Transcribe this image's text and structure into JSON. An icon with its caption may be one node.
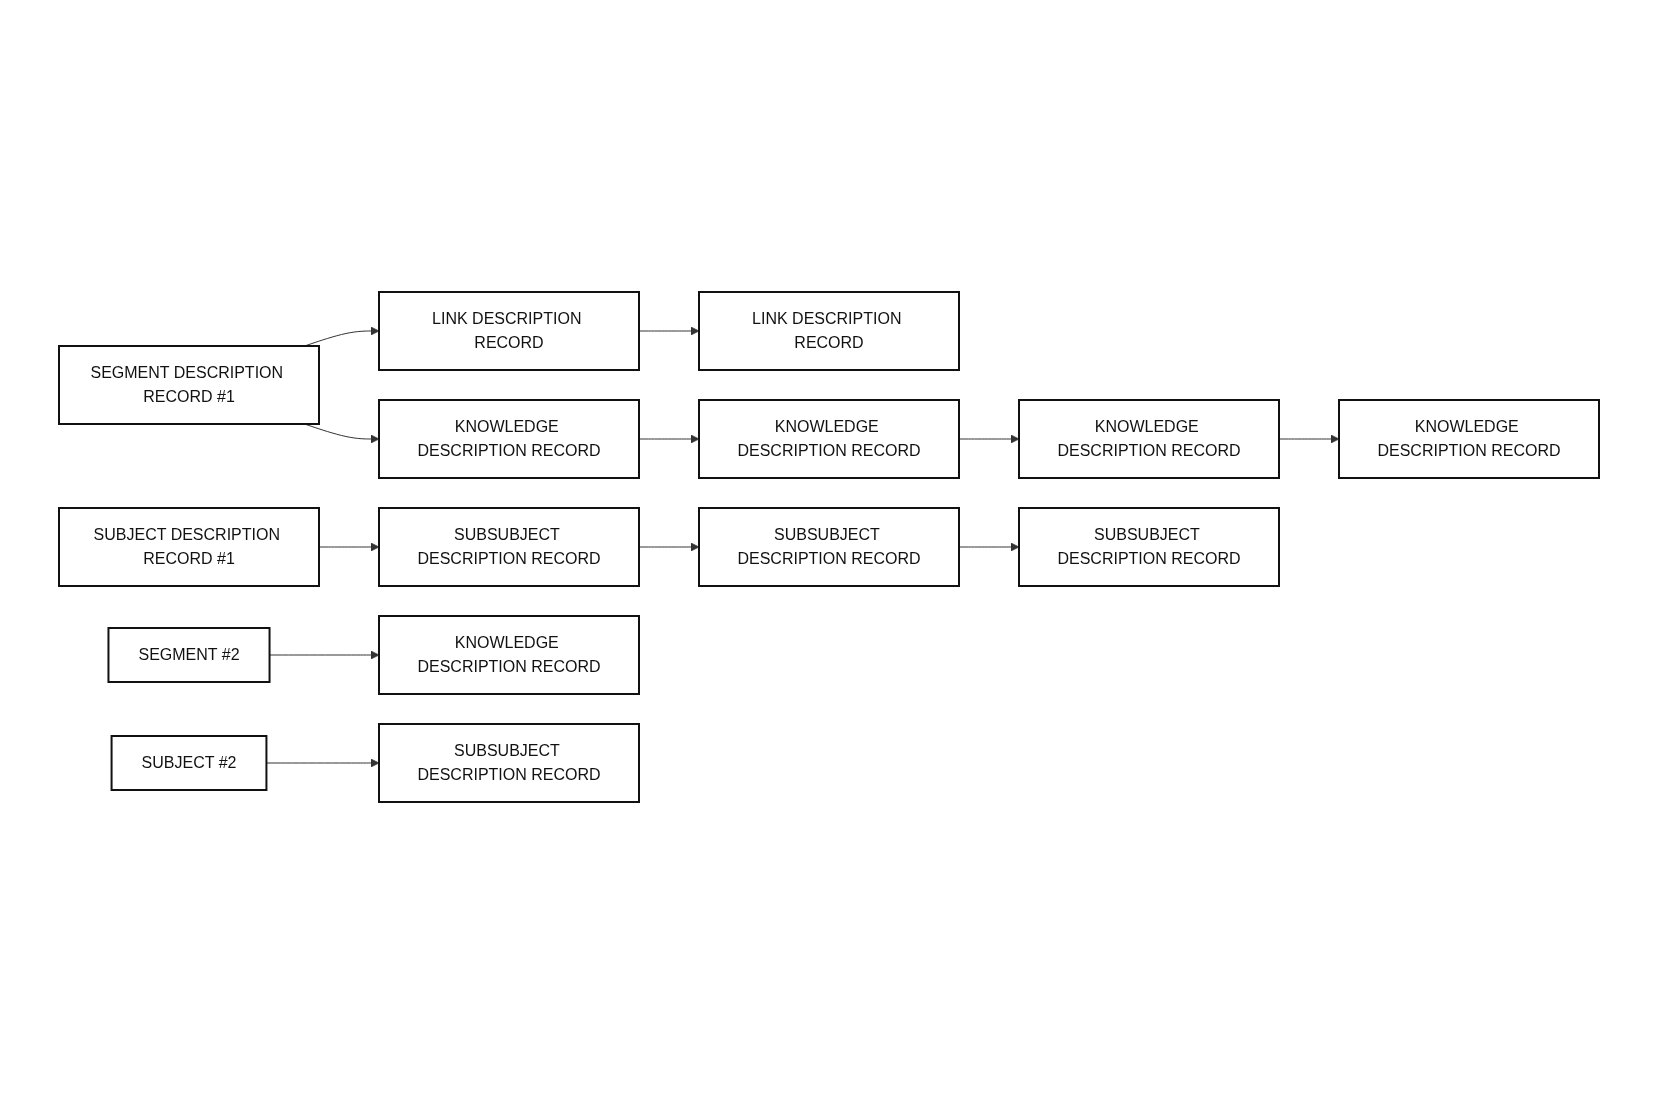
{
  "diagram": {
    "nodes": [
      {
        "text": [
          "SEGMENT DESCRIPTION RECORD #1"
        ]
      },
      {
        "text": [
          "SUBJECT DESCRIPTION RECORD #1"
        ]
      },
      {
        "text": [
          "LINK DESCRIPTION RECORD"
        ]
      },
      {
        "text": [
          "LINK DESCRIPTION RECORD"
        ]
      },
      {
        "text": [
          "KNOWLEDGE DESCRIPTION RECORD"
        ]
      },
      {
        "text": [
          "KNOWLEDGE DESCRIPTION RECORD"
        ]
      },
      {
        "text": [
          "KNOWLEDGE DESCRIPTION RECORD"
        ]
      },
      {
        "text": [
          "KNOWLEDGE DESCRIPTION RECORD"
        ]
      },
      {
        "text": [
          "SUBSUBJECT DESCRIPTION RECORD"
        ]
      },
      {
        "text": [
          "SUBSUBJECT DESCRIPTION RECORD"
        ]
      },
      {
        "text": [
          "SUBSUBJECT DESCRIPTION RECORD"
        ]
      },
      {
        "text": [
          "SEGMENT #2"
        ]
      },
      {
        "text": [
          "SUBJECT #2"
        ]
      },
      {
        "text": [
          "KNOWLEDGE DESCRIPTION RECORD"
        ]
      },
      {
        "text": [
          "SUBSUBJECT DESCRIPTION RECORD"
        ]
      }
    ],
    "edges": [
      {
        "from": 0,
        "to": 2,
        "arrow": "to"
      },
      {
        "from": 0,
        "to": 4,
        "arrow": "to"
      },
      {
        "from": 1,
        "to": 8,
        "arrow": "to"
      },
      {
        "from": 2,
        "to": 3,
        "arrow": "to"
      },
      {
        "from": 4,
        "to": 5,
        "arrow": "to"
      },
      {
        "from": 5,
        "to": 6,
        "arrow": "to"
      },
      {
        "from": 6,
        "to": 7,
        "arrow": "to"
      },
      {
        "from": 8,
        "to": 9,
        "arrow": "to"
      },
      {
        "from": 9,
        "to": 10,
        "arrow": "to"
      },
      {
        "from": 11,
        "to": 13,
        "arrow": "to"
      },
      {
        "from": 12,
        "to": 14,
        "arrow": "to"
      }
    ]
  }
}
